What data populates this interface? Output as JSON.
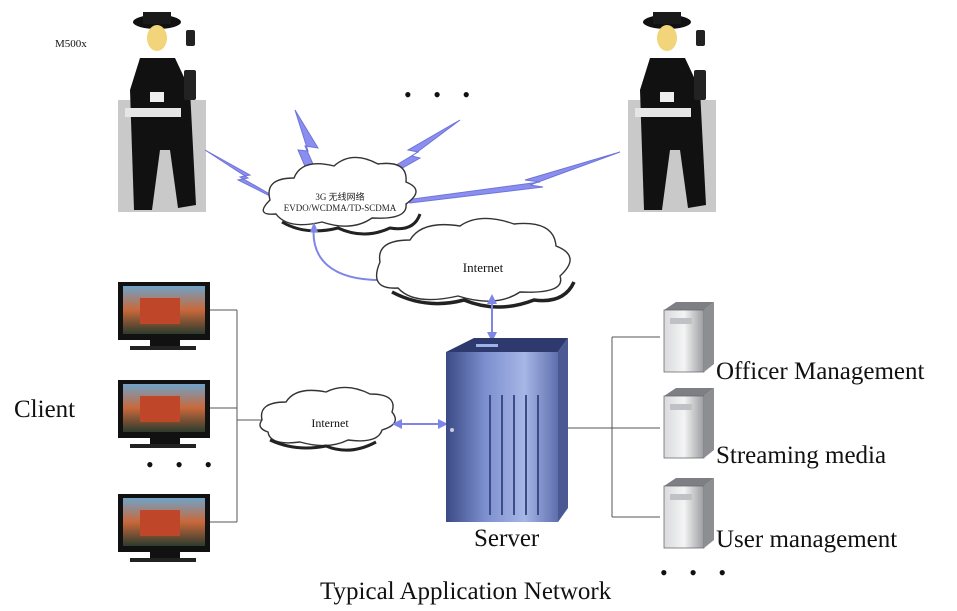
{
  "model_label": "M500x",
  "network_3g": {
    "line1": "3G 无线网络",
    "line2": "EVDO/WCDMA/TD-SCDMA"
  },
  "internet_top": "Internet",
  "internet_left": "Internet",
  "client_label": "Client",
  "server_label": "Server",
  "services": [
    "Officer Management",
    "Streaming media",
    "User management"
  ],
  "ellipsis": "• • •",
  "caption": "Typical Application Network",
  "colors": {
    "lightning": "#8a8ef0",
    "connector": "#7f86e6",
    "line": "#555555",
    "server_body": "#8090c8"
  }
}
